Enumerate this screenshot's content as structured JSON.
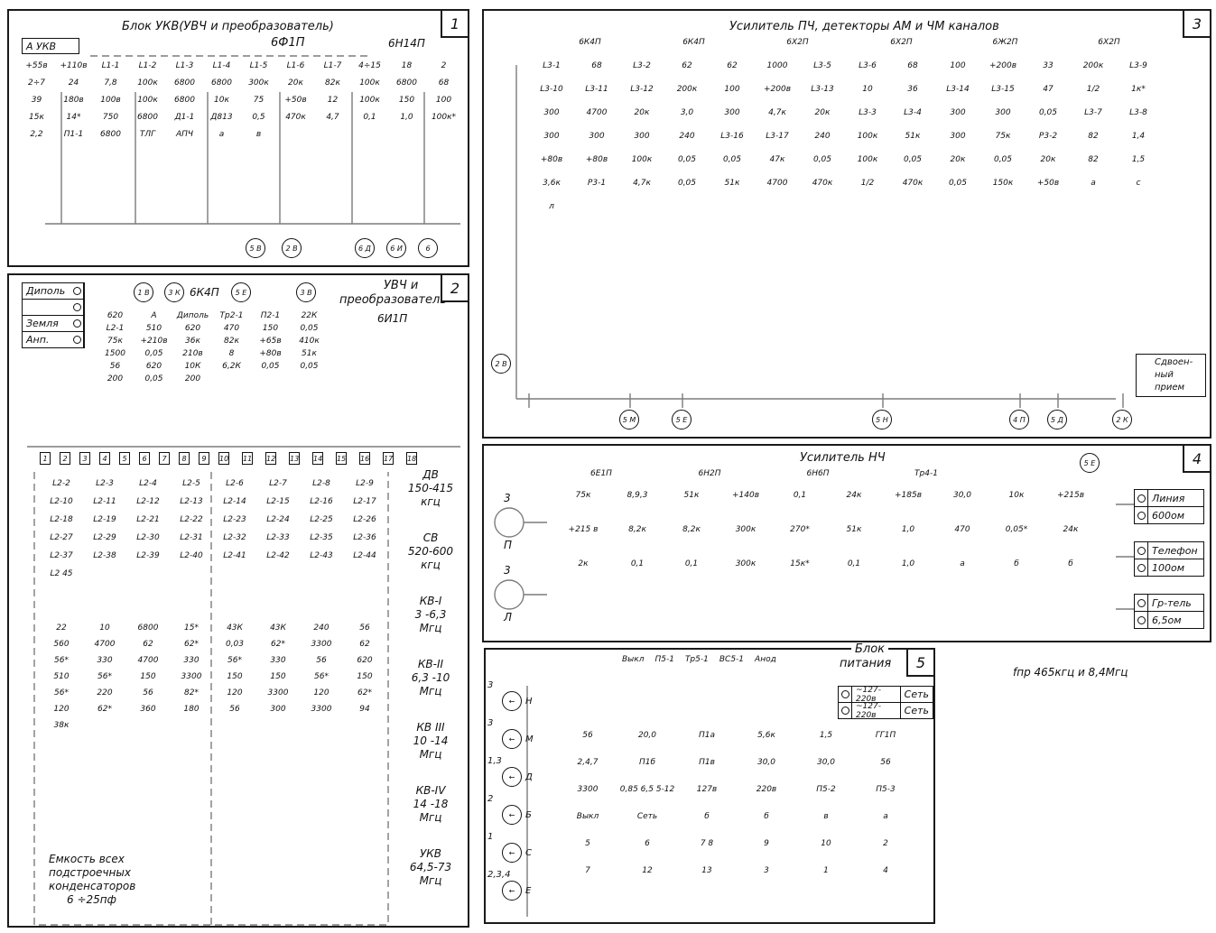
{
  "panel1": {
    "number": "1",
    "title": "Блок УКВ(УВЧ и преобразователь)",
    "tube_main": "6Ф1П",
    "tube_rf": "6Н14П",
    "antenna_label": "А УКВ",
    "labels": [
      "+55в",
      "+110в",
      "L1-1",
      "L1-2",
      "L1-3",
      "L1-4",
      "L1-5",
      "L1-6",
      "L1-7",
      "4÷15",
      "18",
      "2",
      "2÷7",
      "24",
      "7,8",
      "100к",
      "6800",
      "6800",
      "300к",
      "20к",
      "82к",
      "100к",
      "6800",
      "68",
      "39",
      "180в",
      "100в",
      "100к",
      "6800",
      "10к",
      "75",
      "+50в",
      "12",
      "100к",
      "150",
      "100",
      "15к",
      "14*",
      "750",
      "6800",
      "Д1-1",
      "Д813",
      "0,5",
      "470к",
      "4,7",
      "0,1",
      "1,0",
      "100к*",
      "2,2",
      "П1-1",
      "6800",
      "ТЛГ",
      "АПЧ",
      "а",
      "в"
    ],
    "terminals": [
      "5 В",
      "2 В",
      "6 Д",
      "6 И",
      "6"
    ]
  },
  "panel2": {
    "number": "2",
    "title_line1": "УВЧ и",
    "title_line2": "преобразователь",
    "inputs": [
      "Диполь",
      "",
      "Земля",
      "Анп."
    ],
    "tubes": [
      "6К4П",
      "6И1П"
    ],
    "labels": [
      "620",
      "А",
      "Диполь",
      "Тр2-1",
      "П2-1",
      "22К",
      "L2-1",
      "510",
      "620",
      "470",
      "150",
      "0,05",
      "75к",
      "+210в",
      "36к",
      "82к",
      "+65в",
      "410к",
      "1500",
      "0,05",
      "210в",
      "8",
      "+80в",
      "51к",
      "56",
      "620",
      "10К",
      "6,2К",
      "0,05",
      "0,05",
      "200",
      "0,05",
      "200"
    ],
    "terminals": [
      "1 В",
      "3 К",
      "5 Е",
      "3 В"
    ],
    "switch_contacts": [
      "1",
      "2",
      "3",
      "4",
      "5",
      "6",
      "7",
      "8",
      "9",
      "10",
      "11",
      "12",
      "13",
      "14",
      "15",
      "16",
      "17",
      "18"
    ],
    "coil_labels": [
      "L2-2",
      "L2-3",
      "L2-4",
      "L2-5",
      "L2-6",
      "L2-7",
      "L2-8",
      "L2-9",
      "L2-10",
      "L2-11",
      "L2-12",
      "L2-13",
      "L2-14",
      "L2-15",
      "L2-16",
      "L2-17",
      "L2-18",
      "L2-19",
      "L2-21",
      "L2-22",
      "L2-23",
      "L2-24",
      "L2-25",
      "L2-26",
      "L2-27",
      "L2-29",
      "L2-30",
      "L2-31",
      "L2-32",
      "L2-33",
      "L2-35",
      "L2-36",
      "L2-37",
      "L2-38",
      "L2-39",
      "L2-40",
      "L2-41",
      "L2-42",
      "L2-43",
      "L2-44",
      "L2 45"
    ],
    "bank_values": [
      "22",
      "10",
      "6800",
      "15*",
      "43К",
      "43К",
      "240",
      "56",
      "560",
      "4700",
      "62",
      "62*",
      "0,03",
      "62*",
      "3300",
      "62",
      "56*",
      "330",
      "4700",
      "330",
      "56*",
      "330",
      "56",
      "620",
      "510",
      "56*",
      "150",
      "3300",
      "150",
      "150",
      "56*",
      "150",
      "56*",
      "220",
      "56",
      "82*",
      "120",
      "3300",
      "120",
      "62*",
      "120",
      "62*",
      "360",
      "180",
      "56",
      "300",
      "3300",
      "94",
      "38к"
    ],
    "bands": [
      {
        "name": "ДВ",
        "range": "150-415",
        "unit": "кгц"
      },
      {
        "name": "СВ",
        "range": "520-600",
        "unit": "кгц"
      },
      {
        "name": "КВ-I",
        "range": "3 -6,3",
        "unit": "Мгц"
      },
      {
        "name": "КВ-II",
        "range": "6,3 -10",
        "unit": "Мгц"
      },
      {
        "name": "КВ III",
        "range": "10 -14",
        "unit": "Мгц"
      },
      {
        "name": "КВ-IV",
        "range": "14 -18",
        "unit": "Мгц"
      },
      {
        "name": "УКВ",
        "range": "64,5-73",
        "unit": "Мгц"
      }
    ],
    "trimmer_note": [
      "Емкость всех",
      "подстроечных",
      "конденсаторов",
      "6 ÷25пф"
    ]
  },
  "panel3": {
    "number": "3",
    "title": "Усилитель ПЧ, детекторы АМ и ЧМ каналов",
    "tubes": [
      "6К4П",
      "6К4П",
      "6Х2П",
      "6Х2П",
      "6Ж2П",
      "6Х2П"
    ],
    "labels": [
      "L3-1",
      "68",
      "L3-2",
      "62",
      "62",
      "1000",
      "L3-5",
      "L3-6",
      "68",
      "100",
      "+200в",
      "33",
      "200к",
      "L3-9",
      "L3-10",
      "L3-11",
      "L3-12",
      "200к",
      "100",
      "+200в",
      "L3-13",
      "10",
      "36",
      "L3-14",
      "L3-15",
      "47",
      "1/2",
      "1к*",
      "300",
      "4700",
      "20к",
      "3,0",
      "300",
      "4,7к",
      "20к",
      "L3-3",
      "L3-4",
      "300",
      "300",
      "0,05",
      "L3-7",
      "L3-8",
      "300",
      "300",
      "300",
      "240",
      "L3-16",
      "L3-17",
      "240",
      "100к",
      "51к",
      "300",
      "75к",
      "Р3-2",
      "82",
      "1,4",
      "+80в",
      "+80в",
      "100к",
      "0,05",
      "0,05",
      "47к",
      "0,05",
      "100к",
      "0,05",
      "20к",
      "0,05",
      "20к",
      "82",
      "1,5",
      "3,6к",
      "Р3-1",
      "4,7к",
      "0,05",
      "51к",
      "4700",
      "470к",
      "1/2",
      "470к",
      "0,05",
      "150к",
      "+50в",
      "а",
      "с",
      "л"
    ],
    "terminals": [
      "2 В",
      "5 М",
      "5 Е",
      "5 Н",
      "4 П",
      "5 Д",
      "2 К"
    ],
    "combined_box": [
      "Сдвоен-",
      "ный",
      "прием"
    ]
  },
  "panel4": {
    "number": "4",
    "title": "Усилитель НЧ",
    "tubes": [
      "6Е1П",
      "6Н2П",
      "6Н6П"
    ],
    "transformer": "Тр4-1",
    "labels": [
      "75к",
      "8,9,3",
      "51к",
      "+140в",
      "0,1",
      "24к",
      "+185в",
      "30,0",
      "10к",
      "+215в",
      "+215 в",
      "8,2к",
      "8,2к",
      "300к",
      "270*",
      "51к",
      "1,0",
      "470",
      "0,05*",
      "24к",
      "2к",
      "0,1",
      "0,1",
      "300к",
      "15к*",
      "0,1",
      "1,0",
      "а",
      "б",
      "б"
    ],
    "inputs": [
      {
        "num": "3",
        "letter": "П"
      },
      {
        "num": "3",
        "letter": "Л"
      }
    ],
    "terminal": "5 Е",
    "outputs": [
      {
        "name": "Линия",
        "value": "600ом"
      },
      {
        "name": "Телефон",
        "value": "100ом"
      },
      {
        "name": "Гр-тель",
        "value": "6,5ом"
      }
    ]
  },
  "panel5": {
    "number": "5",
    "title_line1": "Блок",
    "title_line2": "питания",
    "switch_off": "Выкл",
    "switch": "П5-1",
    "transformer": "Тр5-1",
    "rectifier": "ВС5-1",
    "anode": "Анод",
    "mains_rows": [
      {
        "voltage": "~127-220в",
        "label": "Сеть"
      },
      {
        "voltage": "~127-220в",
        "label": "Сеть"
      }
    ],
    "outputs": [
      {
        "num": "3",
        "letter": "Н"
      },
      {
        "num": "3",
        "letter": "М"
      },
      {
        "num": "1,3",
        "letter": "Д"
      },
      {
        "num": "2",
        "letter": "Б"
      },
      {
        "num": "1",
        "letter": "С"
      },
      {
        "num": "2,3,4",
        "letter": "Е"
      }
    ],
    "labels": [
      "56",
      "20,0",
      "П1а",
      "5,6к",
      "1,5",
      "ГГ1П",
      "2,4,7",
      "П1б",
      "П1в",
      "30,0",
      "30,0",
      "56",
      "3300",
      "0,85 6,5 5-12",
      "127в",
      "220в",
      "П5-2",
      "П5-3",
      "Выкл",
      "Сеть",
      "б",
      "б",
      "в",
      "а",
      "5",
      "6",
      "7 8",
      "9",
      "10",
      "2",
      "7",
      "12",
      "13",
      "3",
      "1",
      "4"
    ]
  },
  "footnote": "fпр 465кгц и 8,4Мгц"
}
